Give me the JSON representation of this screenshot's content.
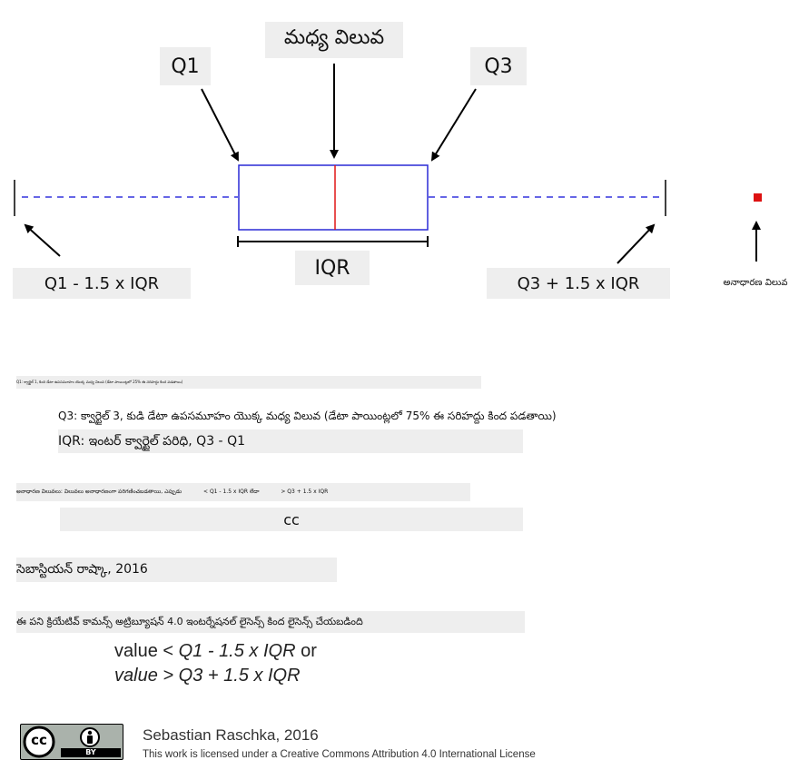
{
  "labels": {
    "median": "మధ్య విలువ",
    "q1": "Q1",
    "q3": "Q3",
    "lower_fence": "Q1 - 1.5 x IQR",
    "upper_fence": "Q3 + 1.5 x IQR",
    "iqr": "IQR",
    "outlier": "అనాధారణ విలువ"
  },
  "legend": {
    "q1_def": "Q1: క్వార్టైల్ 1, కింది డేటా ఉపసమూహం యొక్క మధ్య విలువ (డేటా పాయింట్లలో 25% ఈ సరిహద్దు కింద పడతాయి)",
    "q3_def": "Q3: క్వార్టైల్ 3, కుడి డేటా ఉపసమూహం యొక్క మధ్య విలువ  (డేటా పాయింట్లలో 75% ఈ సరిహద్దు కింద పడతాయి)",
    "iqr_def": "IQR: ఇంటర్ క్వార్టైల్ పరిధి, Q3 - Q1",
    "outlier_def_a": "అనాధారణ విలువలు: విలువలు అనాధారణంగా పరిగణించబడతాయి, ఎప్పుడు",
    "outlier_def_b": "< Q1 - 1.5 x IQR లేదా",
    "outlier_def_c": "> Q3 + 1.5 x IQR",
    "cc": "cc",
    "author_te": "సెబాస్టియన్ రాష్కా, 2016",
    "license_te": "ఈ పని క్రియేటివ్ కామన్స్ అట్రిబ్యూషన్ 4.0 ఇంటర్నేషనల్ లైసెన్స్ కింద లైసెన్స్ చేయబడింది"
  },
  "formula": {
    "line1_prefix": "value < ",
    "line1_expr": "Q1 - 1.5 x IQR",
    "line1_suffix": "  or",
    "line2_prefix": "value > ",
    "line2_expr": "Q3 + 1.5 x IQR"
  },
  "footer": {
    "author": "Sebastian Raschka, 2016",
    "license": "This work is licensed under a Creative Commons Attribution 4.0 International License",
    "badge_cc": "cc",
    "badge_by": "BY"
  },
  "colors": {
    "box": "#2a2ad6",
    "median": "#e01515",
    "outlier": "#dd1111",
    "whisker": "#3333dd"
  },
  "icons": {
    "badge": "creative-commons-by-icon"
  }
}
